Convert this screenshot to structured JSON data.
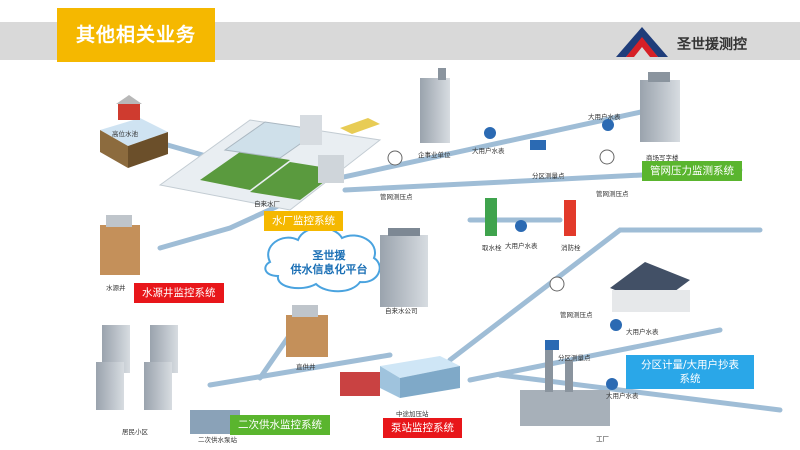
{
  "header": {
    "title": "其他相关业务",
    "brand_name": "圣世援测控"
  },
  "cloud": {
    "line1": "圣世援",
    "line2": "供水信息化平台"
  },
  "callouts": {
    "waterworks": "水厂监控系统",
    "pipe_pressure": "管网压力监测系统",
    "source_well": "水源井监控系统",
    "secondary_supply": "二次供水监控系统",
    "pump_station": "泵站监控系统",
    "district_meter_line1": "分区计量/大用户抄表",
    "district_meter_line2": "系统"
  },
  "labels": {
    "reservoir": "高位水池",
    "waterworks": "自来水厂",
    "enterprise": "企事业单位",
    "big_user_meter_1": "大用户水表",
    "big_user_meter_2": "大用户水表",
    "big_user_meter_3": "大用户水表",
    "big_user_meter_4": "大用户水表",
    "big_user_meter_5": "大用户水表",
    "district_meter_1": "分区测量点",
    "district_meter_2": "分区测量点",
    "pressure_point_1": "管网测压点",
    "pressure_point_2": "管网测压点",
    "pressure_point_3": "管网测压点",
    "mall": "商场写字楼",
    "hydrant_intake": "取水栓",
    "fire_hydrant": "消防栓",
    "source_well": "水源井",
    "water_company": "自来水公司",
    "deep_well": "直供井",
    "residential": "居民小区",
    "secondary_pump": "二次供水泵站",
    "booster_station": "中途加压站",
    "factory": "工厂"
  },
  "colors": {
    "accent_yellow": "#f5b800",
    "accent_green": "#5ab52e",
    "accent_red": "#e8161a",
    "accent_blue": "#2aa7e8",
    "pipe": "#a9c6dd"
  }
}
